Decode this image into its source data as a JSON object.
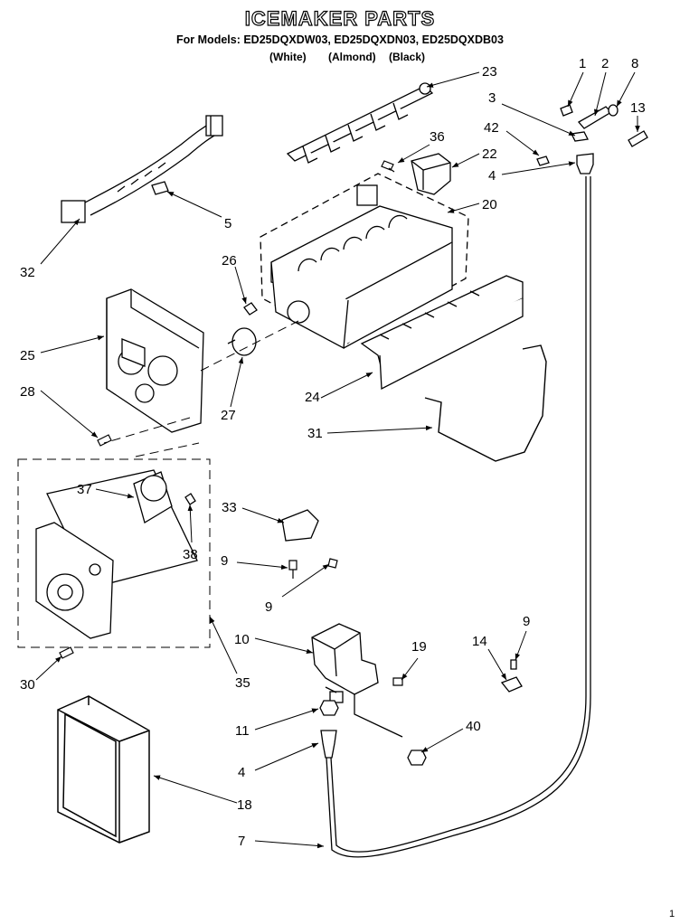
{
  "header": {
    "title": "ICEMAKER PARTS",
    "models": "For Models: ED25DQXDW03, ED25DQXDN03, ED25DQXDB03",
    "color_white": "(White)",
    "color_almond": "(Almond)",
    "color_black": "(Black)"
  },
  "callouts": [
    "1",
    "2",
    "8",
    "13",
    "3",
    "42",
    "4",
    "23",
    "36",
    "22",
    "20",
    "5",
    "32",
    "26",
    "25",
    "28",
    "27",
    "24",
    "31",
    "37",
    "38",
    "33",
    "9",
    "9",
    "35",
    "30",
    "10",
    "19",
    "14",
    "9",
    "11",
    "4",
    "40",
    "18",
    "7"
  ],
  "page_number": "1"
}
